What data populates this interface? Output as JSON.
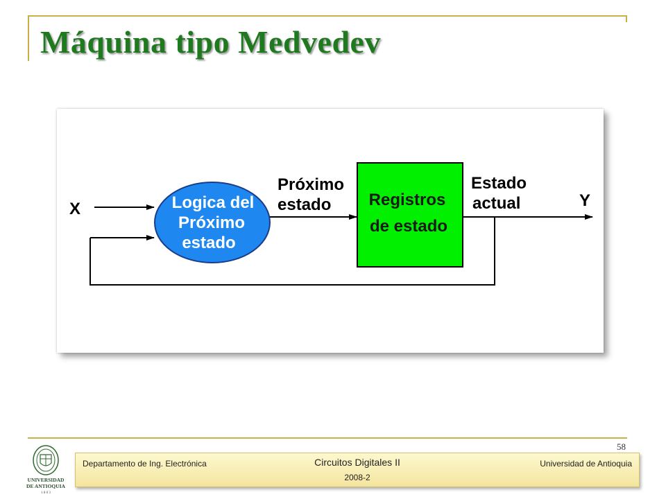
{
  "slide": {
    "title": "Máquina tipo Medvedev",
    "page_number": "58"
  },
  "diagram": {
    "input_label": "X",
    "output_label": "Y",
    "logic_block": {
      "line1": "Logica del",
      "line2": "Próximo",
      "line3": "estado",
      "color": "#1e88f0"
    },
    "next_state_label": {
      "line1": "Próximo",
      "line2": "estado"
    },
    "register_block": {
      "line1": "Registros",
      "line2": "de estado",
      "color": "#00f000"
    },
    "current_state_label": {
      "line1": "Estado",
      "line2": "actual"
    }
  },
  "footer": {
    "left": "Departamento de Ing. Electrónica",
    "center": "Circuitos Digitales II",
    "center_sub": "2008-2",
    "right": "Universidad de Antioquia",
    "logo_line1": "UNIVERSIDAD",
    "logo_line2": "DE ANTIOQUIA",
    "logo_line3": "1 8 0 3"
  },
  "colors": {
    "title": "#1f7a1f",
    "accent_line": "#c9b04a"
  }
}
